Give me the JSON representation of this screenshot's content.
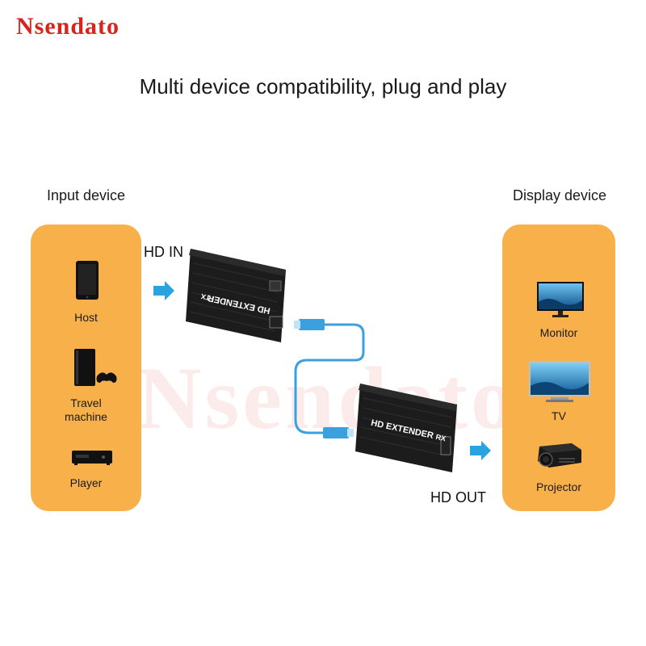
{
  "brand": {
    "name": "Nsendato",
    "watermark": "Nsendato"
  },
  "headline": "Multi device compatibility, plug and play",
  "input_panel": {
    "title": "Input device",
    "devices": [
      {
        "label": "Host",
        "icon": "smartphone-icon"
      },
      {
        "label": "Travel\nmachine",
        "icon": "game-console-icon"
      },
      {
        "label": "Player",
        "icon": "media-player-icon"
      }
    ]
  },
  "display_panel": {
    "title": "Display device",
    "devices": [
      {
        "label": "Monitor",
        "icon": "monitor-icon"
      },
      {
        "label": "TV",
        "icon": "tv-icon"
      },
      {
        "label": "Projector",
        "icon": "projector-icon"
      }
    ]
  },
  "transmitter": {
    "port_label": "HD IN",
    "name": "HD EXTENDER",
    "badge": "TX"
  },
  "receiver": {
    "port_label": "HD OUT",
    "name": "HD EXTENDER",
    "badge": "RX"
  },
  "colors": {
    "brand": "#d9231d",
    "panel": "#f7b04a",
    "arrow": "#2aa4e0",
    "cable": "#3aa0e0",
    "device_body": "#1c1c1c"
  }
}
